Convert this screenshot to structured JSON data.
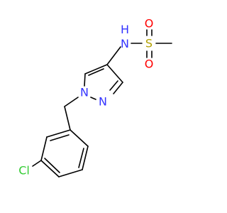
{
  "molecule": {
    "atoms": {
      "nh": {
        "symbol": "N",
        "suffix": "H",
        "color": "#3333ff"
      },
      "s": {
        "symbol": "S",
        "color": "#b2a000"
      },
      "o_top": {
        "symbol": "O",
        "color": "#ff0000"
      },
      "o_bottom": {
        "symbol": "O",
        "color": "#ff0000"
      },
      "n1": {
        "symbol": "N",
        "color": "#3333ff"
      },
      "n2": {
        "symbol": "N",
        "color": "#3333ff"
      },
      "cl": {
        "symbol": "Cl",
        "color": "#33cc33"
      }
    },
    "bond_color": "#000000"
  }
}
